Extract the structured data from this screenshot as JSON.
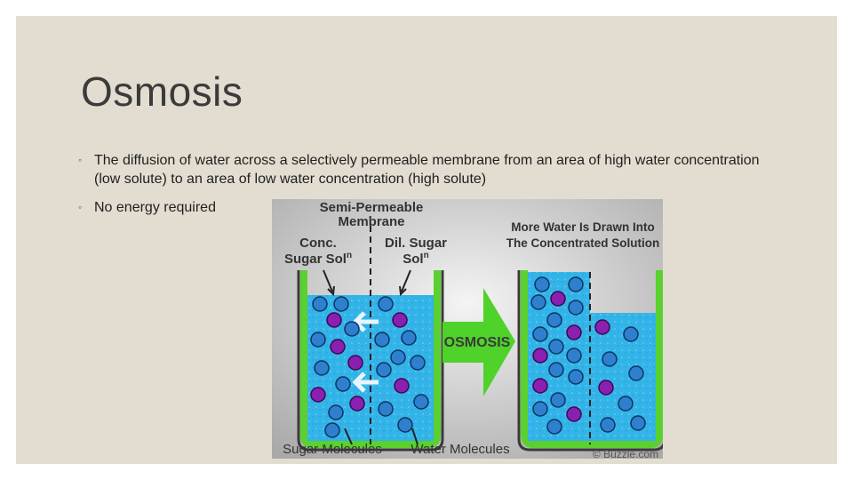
{
  "slide": {
    "title": "Osmosis",
    "bullet_symbol": "◦",
    "bullets": [
      "The diffusion of water across a selectively permeable membrane from an area of high water concentration (low solute) to an area of low water concentration (high solute)",
      "No energy required"
    ]
  },
  "figure": {
    "membrane_label_1": "Semi-Permeable",
    "membrane_label_2": "Membrane",
    "conc_label_1": "Conc.",
    "conc_label_2": "Sugar Sol",
    "dil_label_1": "Dil. Sugar",
    "dil_label_2": "Sol",
    "sup_n": "n",
    "right_caption_1": "More Water Is Drawn Into",
    "right_caption_2": "The Concentrated Solution",
    "arrow_label": "OSMOSIS",
    "sugar_label": "Sugar Molecules",
    "water_label": "Water Molecules",
    "copyright": "© Buzzle.com",
    "colors": {
      "water": "#31b1e6",
      "beaker": "#5ad12e",
      "arrow": "#4fd22a",
      "water_molecule": "#2f7fcf",
      "sugar_molecule": "#8a1fb2"
    }
  }
}
